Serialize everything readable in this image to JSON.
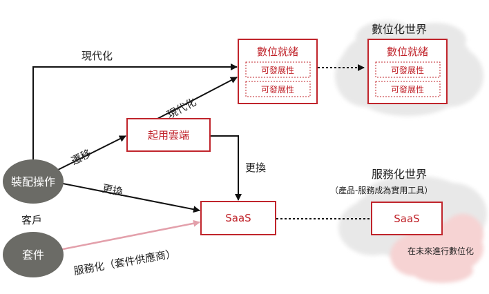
{
  "nodes": {
    "assembly_ops": "裝配操作",
    "suite": "套件",
    "customer": "客戶",
    "cloud_enabled": "起用雲端",
    "digital_ready_left": "數位就緒",
    "digital_ready_right": "數位就緒",
    "saas_left": "SaaS",
    "saas_right": "SaaS"
  },
  "sub_items": {
    "left": [
      "可發展性",
      "可發展性"
    ],
    "right": [
      "可發展性",
      "可發展性"
    ]
  },
  "edges": {
    "modernize_top": "現代化",
    "modernize_diag": "現代化",
    "migrate": "遷移",
    "replace_left": "更換",
    "replace_down": "更換",
    "servitize": "服務化（套件供應商）"
  },
  "clouds": {
    "digital_world": "數位化世界",
    "service_world": "服務化世界",
    "service_world_sub": "（產品-服務成為實用工具）",
    "future_digital": "在未來進行數位化"
  },
  "colors": {
    "box_red": "#c0242b",
    "node_gray": "#6b6b66",
    "cloud_gray": "#e8e8e8",
    "cloud_pink": "#f6d3d3",
    "pink_arrow": "#e3a0ab"
  }
}
